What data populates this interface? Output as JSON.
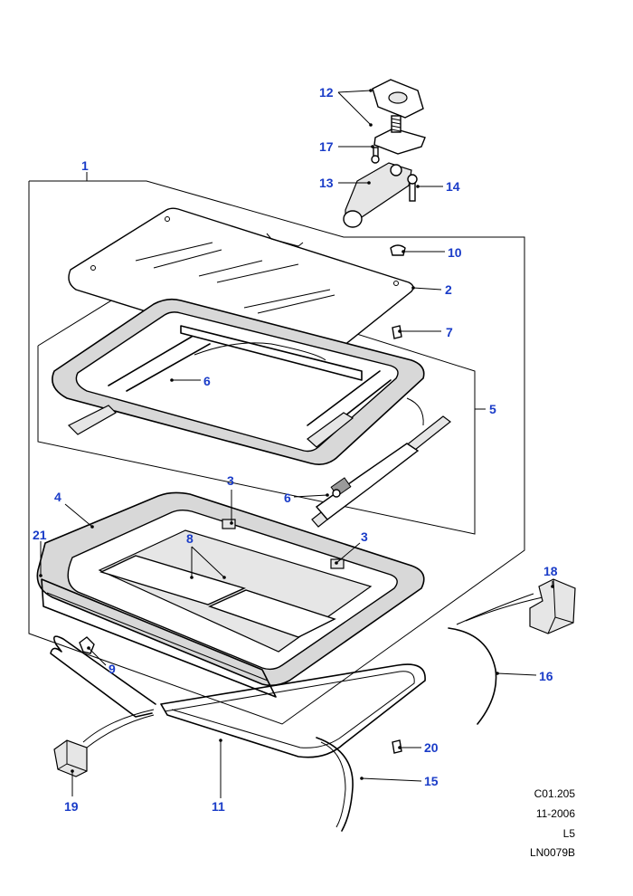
{
  "callouts": [
    {
      "id": "c1",
      "label": "1"
    },
    {
      "id": "c2",
      "label": "2"
    },
    {
      "id": "c3a",
      "label": "3"
    },
    {
      "id": "c3b",
      "label": "3"
    },
    {
      "id": "c4",
      "label": "4"
    },
    {
      "id": "c5",
      "label": "5"
    },
    {
      "id": "c6a",
      "label": "6"
    },
    {
      "id": "c6b",
      "label": "6"
    },
    {
      "id": "c7",
      "label": "7"
    },
    {
      "id": "c8",
      "label": "8"
    },
    {
      "id": "c9",
      "label": "9"
    },
    {
      "id": "c10",
      "label": "10"
    },
    {
      "id": "c11",
      "label": "11"
    },
    {
      "id": "c12",
      "label": "12"
    },
    {
      "id": "c13",
      "label": "13"
    },
    {
      "id": "c14",
      "label": "14"
    },
    {
      "id": "c15",
      "label": "15"
    },
    {
      "id": "c16",
      "label": "16"
    },
    {
      "id": "c17",
      "label": "17"
    },
    {
      "id": "c18",
      "label": "18"
    },
    {
      "id": "c19",
      "label": "19"
    },
    {
      "id": "c20",
      "label": "20"
    },
    {
      "id": "c21",
      "label": "21"
    }
  ],
  "reference": {
    "section": "C01.205",
    "date": "11-2006",
    "model": "L5",
    "drawing": "LN0079B"
  },
  "colors": {
    "callout": "#1a3cc8",
    "line": "#000000"
  }
}
